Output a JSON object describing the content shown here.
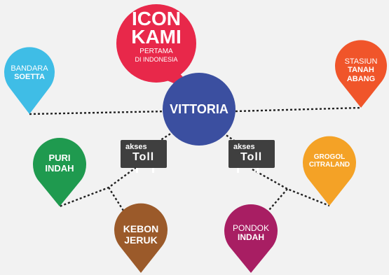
{
  "colors": {
    "background": "#f2f2f2",
    "icon_kami": "#e8284a",
    "vittoria": "#3b4fa0",
    "bandara": "#3fbde6",
    "stasiun": "#f0552a",
    "puri": "#1f9a4f",
    "grogol": "#f4a226",
    "kebon": "#9b5a2a",
    "pondok": "#a81e63",
    "toll_sign": "#3f3f3f",
    "route_line": "#222222"
  },
  "center": {
    "label": "VITTORIA"
  },
  "headline": {
    "line1": "ICON",
    "line2": "KAMI",
    "line3": "PERTAMA",
    "line4": "DI INDONESIA"
  },
  "locations": {
    "bandara": {
      "line1": "BANDARA",
      "line2": "SOETTA"
    },
    "stasiun": {
      "line1": "STASIUN",
      "line2": "TANAH",
      "line3": "ABANG"
    },
    "puri": {
      "line1": "PURI",
      "line2": "INDAH"
    },
    "grogol": {
      "line1": "GROGOL",
      "line2": "CITRALAND"
    },
    "kebon": {
      "line1": "KEBON",
      "line2": "JERUK"
    },
    "pondok": {
      "line1": "PONDOK",
      "line2": "INDAH"
    }
  },
  "toll_signs": {
    "left": {
      "line1": "akses",
      "line2": "Toll"
    },
    "right": {
      "line1": "akses",
      "line2": "Toll"
    }
  }
}
